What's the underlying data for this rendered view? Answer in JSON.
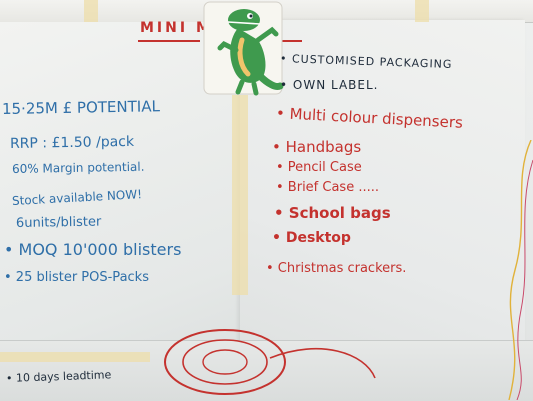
{
  "title": "MINI MAGIC",
  "left_column": [
    "15·25M £ POTENTIAL",
    "RRP : £1.50 /pack",
    "60% Margin potential.",
    "Stock available NOW!",
    "6units/blister",
    "• MOQ 10'000 blisters",
    "• 25 blister POS-Packs",
    "• 10 days leadtime"
  ],
  "right_column": [
    "• CUSTOMISED PACKAGING",
    "• OWN LABEL.",
    "• Multi colour dispensers",
    "• Handbags",
    "• Pencil Case",
    "• Brief Case .....",
    "• School bags",
    "• Desktop",
    "• Christmas crackers."
  ],
  "colors": {
    "blue_marker": "#2f6fa8",
    "red_marker": "#c4322e",
    "dino_green": "#3f9a4e",
    "tape": "#eedeaa"
  },
  "icons": [
    "dinosaur-sticker",
    "spiral-doodle"
  ]
}
